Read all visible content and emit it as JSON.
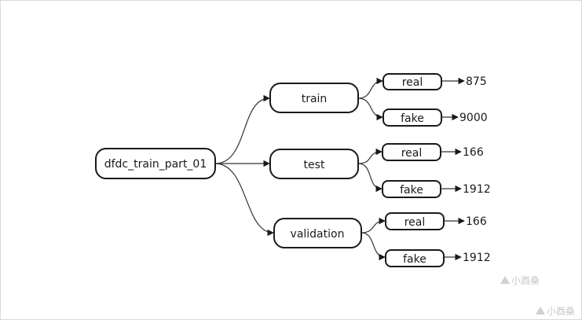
{
  "root": {
    "label": "dfdc_train_part_01"
  },
  "splits": [
    {
      "label": "train",
      "children": [
        {
          "label": "real",
          "count": "875"
        },
        {
          "label": "fake",
          "count": "9000"
        }
      ]
    },
    {
      "label": "test",
      "children": [
        {
          "label": "real",
          "count": "166"
        },
        {
          "label": "fake",
          "count": "1912"
        }
      ]
    },
    {
      "label": "validation",
      "children": [
        {
          "label": "real",
          "count": "166"
        },
        {
          "label": "fake",
          "count": "1912"
        }
      ]
    }
  ],
  "watermark": {
    "text_middle": "小酉桑",
    "text_corner": "小酉桑"
  },
  "colors": {
    "stroke": "#1a1a1a",
    "edge": "#333333",
    "border": "#d9d9d9",
    "watermark": "#c8c8c8"
  }
}
